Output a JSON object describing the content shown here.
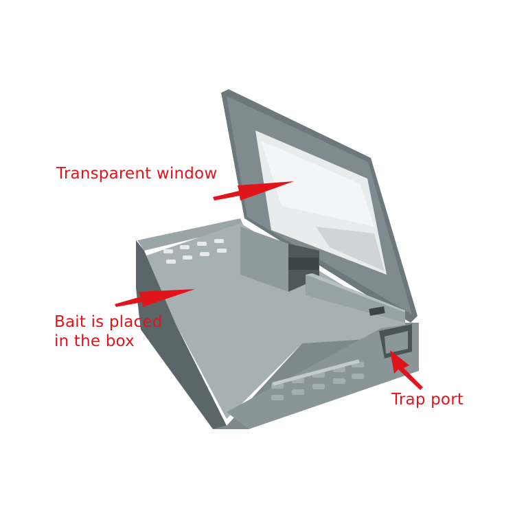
{
  "image": {
    "subject": "metal mouse trap box with open lid",
    "background_color": "#ffffff"
  },
  "annotations": [
    {
      "id": "window",
      "text": "Transparent window",
      "color": "#e0141b"
    },
    {
      "id": "bait",
      "lines": [
        "Bait is placed",
        "in the box"
      ],
      "color": "#e0141b"
    },
    {
      "id": "port",
      "text": "Trap port",
      "color": "#e0141b"
    }
  ],
  "colors": {
    "metal_dark": "#5b6669",
    "metal_mid": "#7f8b8e",
    "metal_light": "#9aa5a8",
    "window_glass": "#e9eced",
    "arrow_red": "#e0141b"
  }
}
